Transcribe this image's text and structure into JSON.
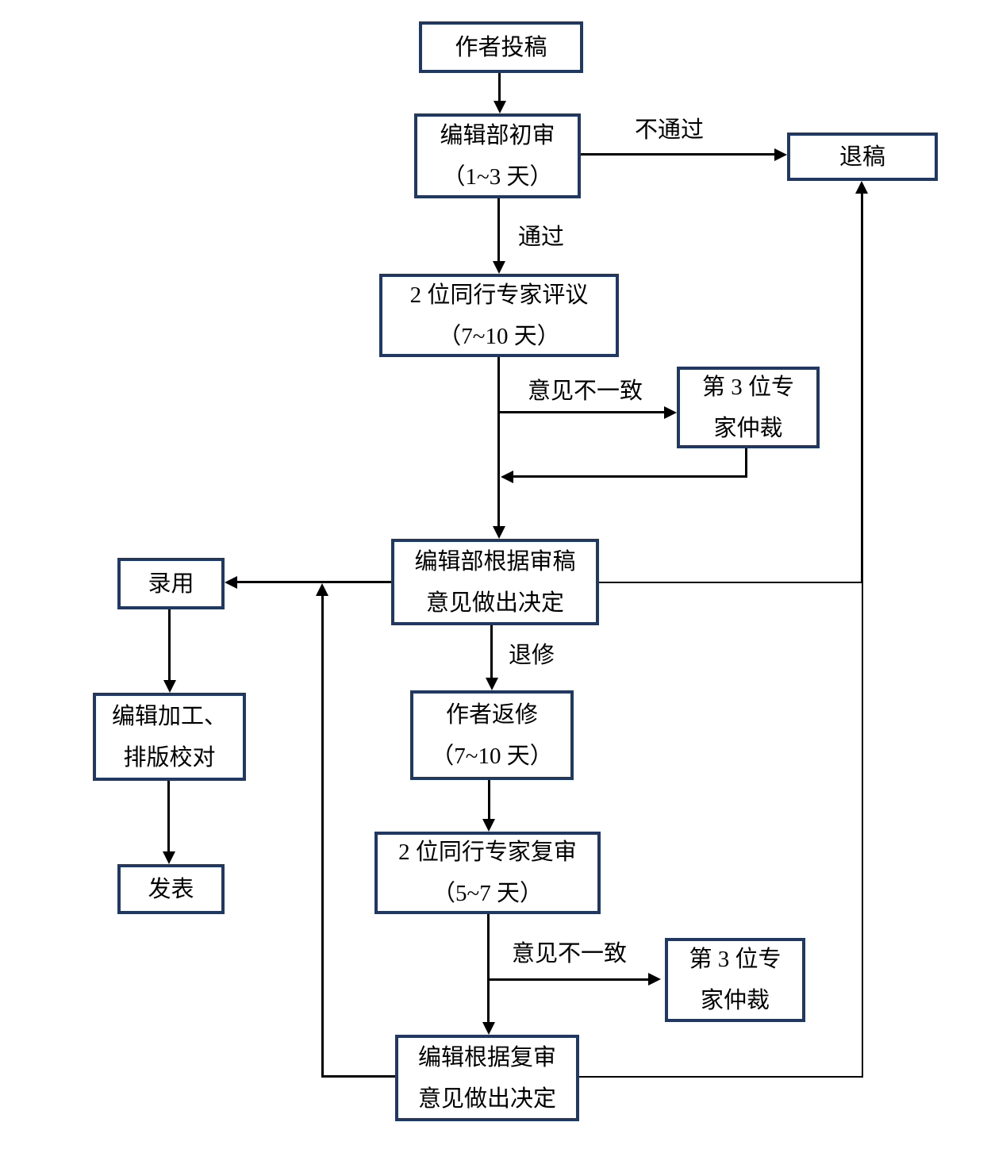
{
  "diagram": {
    "type": "flowchart",
    "language": "zh-CN",
    "subject": "journal manuscript review workflow",
    "colors": {
      "box_border": "#1f3864",
      "box_fill": "#ffffff",
      "line": "#000000",
      "text": "#000000",
      "background": "#ffffff"
    },
    "nodes": {
      "author_submit": {
        "label": "作者投稿"
      },
      "initial_review": {
        "line1": "编辑部初审",
        "line2": "（1~3 天）"
      },
      "reject": {
        "label": "退稿"
      },
      "peer_review": {
        "line1": "2 位同行专家评议",
        "line2": "（7~10 天）"
      },
      "arbiter1": {
        "line1": "第 3 位专",
        "line2": "家仲裁"
      },
      "decision1": {
        "line1": "编辑部根据审稿",
        "line2": "意见做出决定"
      },
      "accept": {
        "label": "录用"
      },
      "author_revise": {
        "line1": "作者返修",
        "line2": "（7~10 天）"
      },
      "editing": {
        "line1": "编辑加工、",
        "line2": "排版校对"
      },
      "publish": {
        "label": "发表"
      },
      "re_review": {
        "line1": "2 位同行专家复审",
        "line2": "（5~7 天）"
      },
      "arbiter2": {
        "line1": "第 3 位专",
        "line2": "家仲裁"
      },
      "decision2": {
        "line1": "编辑根据复审",
        "line2": "意见做出决定"
      }
    },
    "edge_labels": {
      "fail": "不通过",
      "pass": "通过",
      "disagree1": "意见不一致",
      "revise": "退修",
      "disagree2": "意见不一致"
    }
  }
}
